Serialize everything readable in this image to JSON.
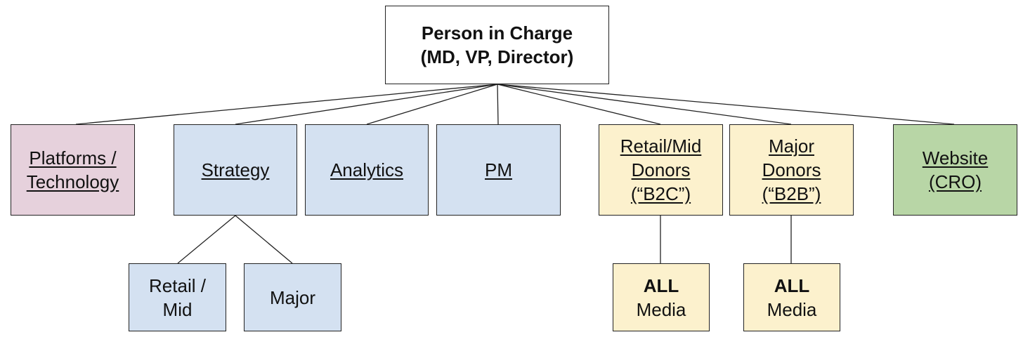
{
  "colors": {
    "pink": "#e6d1dc",
    "blue": "#d4e1f1",
    "yellow": "#fcf1cd",
    "green": "#b8d6a6",
    "white": "#ffffff",
    "line": "#222222"
  },
  "root": {
    "lines": [
      "Person in Charge",
      "(MD, VP, Director)"
    ]
  },
  "departments": [
    {
      "id": "platforms",
      "lines": [
        "Platforms /",
        "Technology"
      ],
      "color": "pink"
    },
    {
      "id": "strategy",
      "lines": [
        "Strategy"
      ],
      "color": "blue"
    },
    {
      "id": "analytics",
      "lines": [
        "Analytics"
      ],
      "color": "blue"
    },
    {
      "id": "pm",
      "lines": [
        "PM"
      ],
      "color": "blue"
    },
    {
      "id": "retail",
      "lines": [
        "Retail/Mid",
        "Donors",
        "(“B2C”)"
      ],
      "color": "yellow"
    },
    {
      "id": "major",
      "lines": [
        "Major",
        "Donors",
        "(“B2B”)"
      ],
      "color": "yellow"
    },
    {
      "id": "website",
      "lines": [
        "Website",
        "(CRO)"
      ],
      "color": "green"
    }
  ],
  "children": [
    {
      "id": "retail-mid",
      "parent": "strategy",
      "lines": [
        "Retail /",
        "Mid"
      ],
      "color": "blue"
    },
    {
      "id": "major",
      "parent": "strategy",
      "lines": [
        "Major"
      ],
      "color": "blue"
    },
    {
      "id": "all-1",
      "parent": "retail",
      "bold_line": "ALL",
      "lines": [
        "Media"
      ],
      "color": "yellow"
    },
    {
      "id": "all-2",
      "parent": "major",
      "bold_line": "ALL",
      "lines": [
        "Media"
      ],
      "color": "yellow"
    }
  ]
}
